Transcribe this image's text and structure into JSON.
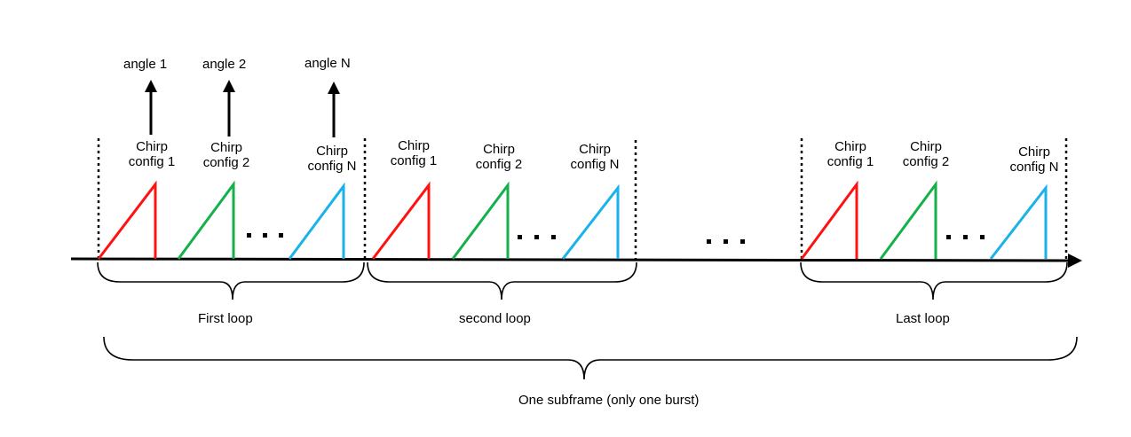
{
  "colors": {
    "chirp_1": "#ff1111",
    "chirp_2": "#14b04a",
    "chirp_n": "#1ab2ea",
    "ink": "#000000"
  },
  "angles": {
    "angle_1": "angle 1",
    "angle_2": "angle 2",
    "angle_n": "angle N"
  },
  "chirps": {
    "chirp_word": "Chirp",
    "config_1": "config 1",
    "config_2": "config 2",
    "config_n": "config N"
  },
  "loops": {
    "first": "First loop",
    "second": "second loop",
    "last": "Last loop"
  },
  "subframe_label": "One subframe (only one burst)",
  "ellipsis": "..."
}
